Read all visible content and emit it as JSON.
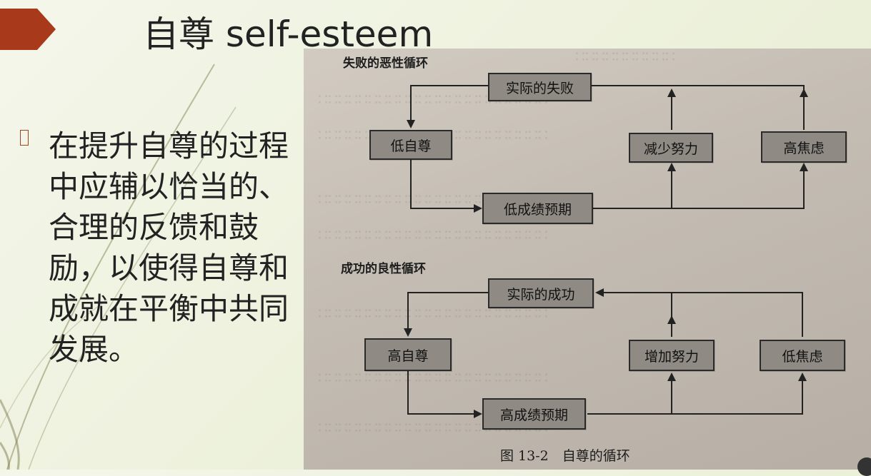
{
  "slide": {
    "title": "自尊 self-esteem",
    "bullet_text": "在提升自尊的过程中应辅以恰当的、合理的反馈和鼓励，以使得自尊和成就在平衡中共同发展。",
    "accent_color": "#a8391a"
  },
  "figure": {
    "vicious": {
      "title": "失败的恶性循环",
      "actual": "实际的失败",
      "self": "低自尊",
      "effort": "减少努力",
      "anxiety": "高焦虑",
      "expectation": "低成绩预期"
    },
    "virtuous": {
      "title": "成功的良性循环",
      "actual": "实际的成功",
      "self": "高自尊",
      "effort": "增加努力",
      "anxiety": "低焦虑",
      "expectation": "高成绩预期"
    },
    "caption": "图 13-2　自尊的循环"
  }
}
